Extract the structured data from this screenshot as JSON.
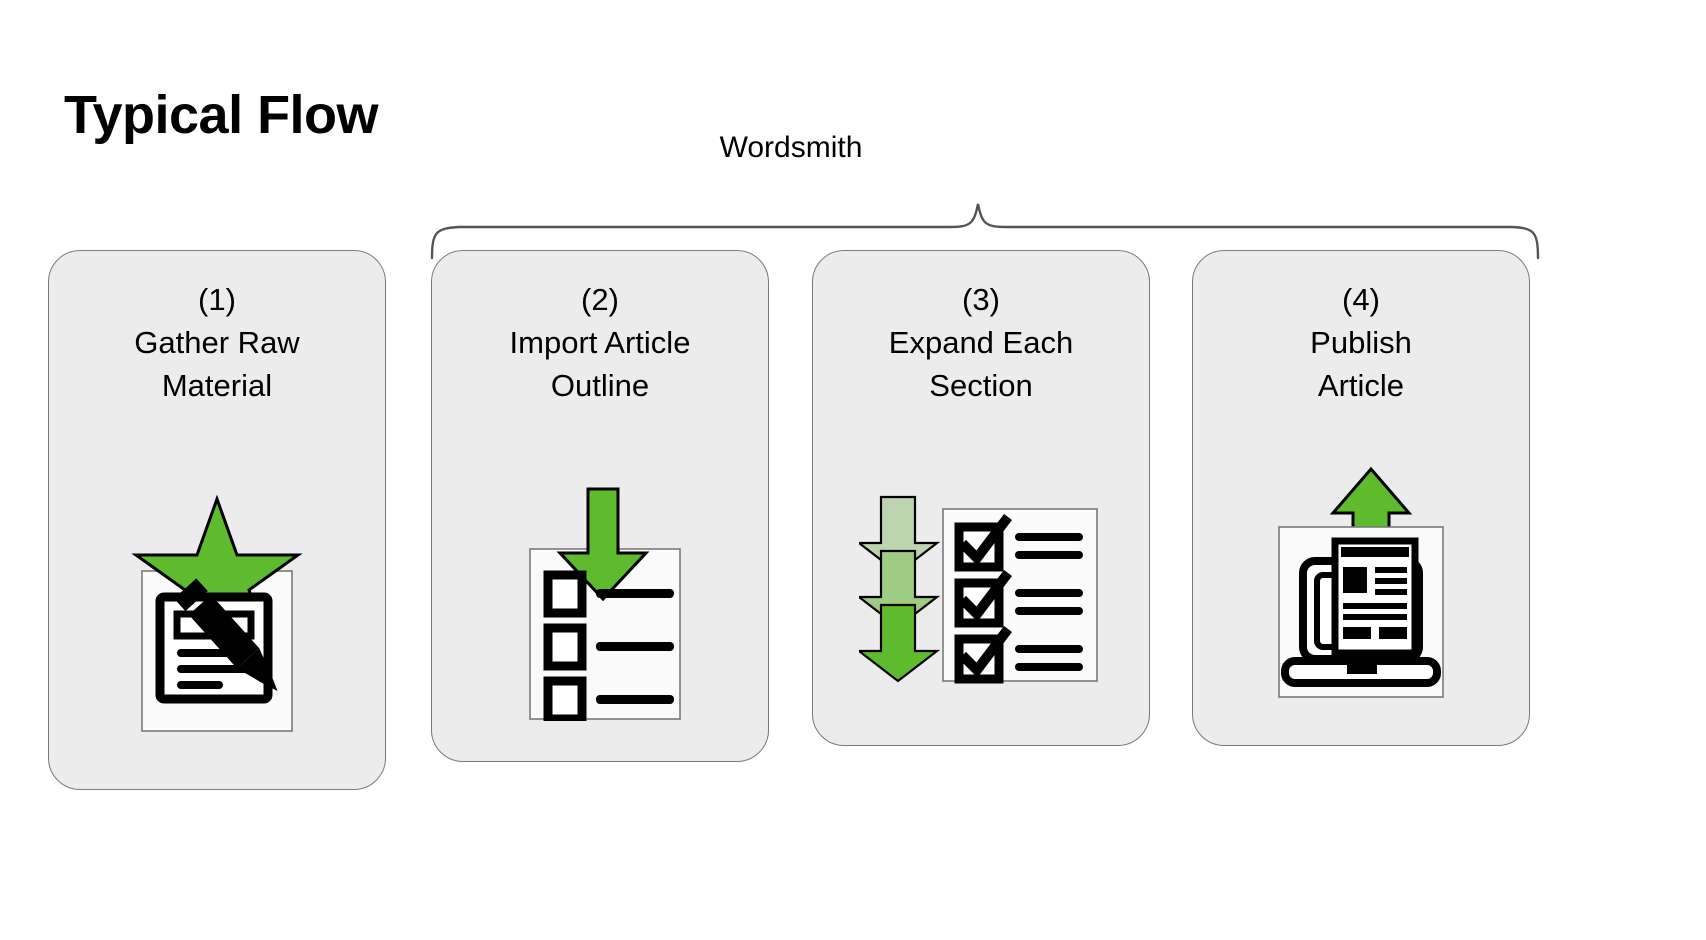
{
  "page": {
    "title": "Typical Flow",
    "background_color": "#ffffff"
  },
  "group": {
    "label": "Wordsmith",
    "covers_steps": [
      "(2)",
      "(3)",
      "(4)"
    ],
    "brace_color": "#555555"
  },
  "colors": {
    "card_fill": "#ececec",
    "card_border": "#7a7a7a",
    "accent_green": "#5fbb2e",
    "accent_green_mid": "#9fcc84",
    "accent_green_light": "#bdd4ae",
    "icon_panel": "#fafafa",
    "icon_stroke": "#000000",
    "text": "#000000"
  },
  "steps": [
    {
      "number": "(1)",
      "label_line1": "Gather Raw",
      "label_line2": "Material",
      "icon_name": "star-document-pen-icon"
    },
    {
      "number": "(2)",
      "label_line1": "Import Article",
      "label_line2": "Outline",
      "icon_name": "down-arrow-checklist-icon"
    },
    {
      "number": "(3)",
      "label_line1": "Expand Each",
      "label_line2": "Section",
      "icon_name": "triple-down-arrow-checked-list-icon"
    },
    {
      "number": "(4)",
      "label_line1": "Publish",
      "label_line2": "Article",
      "icon_name": "up-arrow-laptop-article-icon"
    }
  ]
}
